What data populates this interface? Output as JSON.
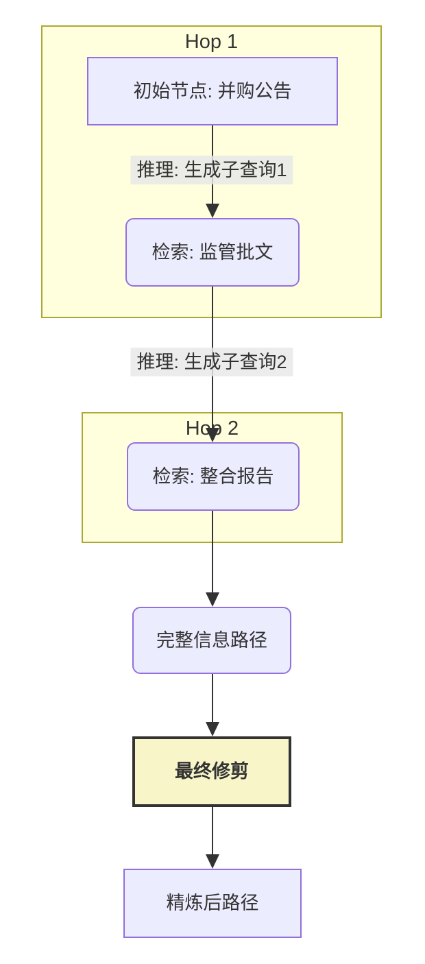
{
  "diagram": {
    "type": "flowchart",
    "direction": "top-down"
  },
  "colors": {
    "subgraph_fill": "#ffffde",
    "subgraph_border": "#aaaa33",
    "node_fill": "#ececff",
    "node_border": "#9370db",
    "prune_fill": "#f8f5c9",
    "prune_border": "#333333",
    "edge_color": "#333333",
    "edge_label_bg": "#e8e8e8",
    "text_color": "#333333",
    "background": "#ffffff"
  },
  "subgraphs": [
    {
      "id": "hop1",
      "title": "Hop 1"
    },
    {
      "id": "hop2",
      "title": "Hop 2"
    }
  ],
  "nodes": {
    "start": {
      "label": "初始节点: 并购公告",
      "shape": "rectangle",
      "subgraph": "Hop 1"
    },
    "retrieve1": {
      "label": "检索: 监管批文",
      "shape": "rounded",
      "subgraph": "Hop 1"
    },
    "retrieve2": {
      "label": "检索: 整合报告",
      "shape": "rounded",
      "subgraph": "Hop 2"
    },
    "full_path": {
      "label": "完整信息路径",
      "shape": "rounded",
      "subgraph": null
    },
    "final_prune": {
      "label": "最终修剪",
      "shape": "rectangle-bold",
      "subgraph": null
    },
    "refined_path": {
      "label": "精炼后路径",
      "shape": "rectangle",
      "subgraph": null
    }
  },
  "edges": [
    {
      "from": "start",
      "to": "retrieve1",
      "label": "推理: 生成子查询1"
    },
    {
      "from": "retrieve1",
      "to": "retrieve2",
      "label": "推理: 生成子查询2"
    },
    {
      "from": "retrieve2",
      "to": "full_path",
      "label": ""
    },
    {
      "from": "full_path",
      "to": "final_prune",
      "label": ""
    },
    {
      "from": "final_prune",
      "to": "refined_path",
      "label": ""
    }
  ]
}
